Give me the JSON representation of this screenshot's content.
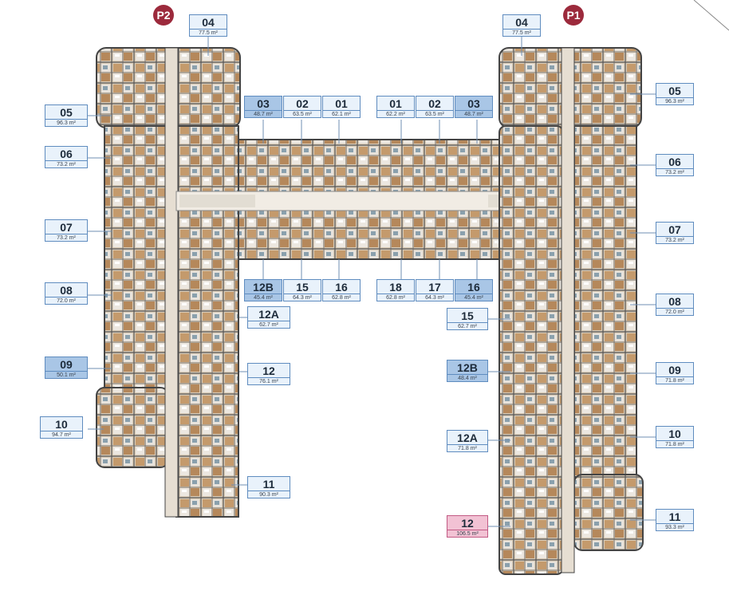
{
  "towers": [
    "P2",
    "P1"
  ],
  "units": [
    {
      "num": "04",
      "area": "77.5 m²",
      "hl": false
    },
    {
      "num": "05",
      "area": "96.3 m²",
      "hl": false
    },
    {
      "num": "06",
      "area": "73.2 m²",
      "hl": false
    },
    {
      "num": "07",
      "area": "73.2 m²",
      "hl": false
    },
    {
      "num": "08",
      "area": "72.0 m²",
      "hl": false
    },
    {
      "num": "09",
      "area": "50.1 m²",
      "hl": true
    },
    {
      "num": "10",
      "area": "94.7 m²",
      "hl": false
    },
    {
      "num": "03",
      "area": "48.7 m²",
      "hl": true
    },
    {
      "num": "02",
      "area": "63.5 m²",
      "hl": false
    },
    {
      "num": "01",
      "area": "62.1 m²",
      "hl": false
    },
    {
      "num": "12B",
      "area": "45.4 m²",
      "hl": true
    },
    {
      "num": "15",
      "area": "64.3 m²",
      "hl": false
    },
    {
      "num": "16",
      "area": "62.8 m²",
      "hl": false
    },
    {
      "num": "12A",
      "area": "62.7 m²",
      "hl": false
    },
    {
      "num": "12",
      "area": "76.1 m²",
      "hl": false
    },
    {
      "num": "11",
      "area": "90.3 m²",
      "hl": false
    },
    {
      "num": "01",
      "area": "62.2 m²",
      "hl": false
    },
    {
      "num": "02",
      "area": "63.5 m²",
      "hl": false
    },
    {
      "num": "03",
      "area": "48.7 m²",
      "hl": true
    },
    {
      "num": "18",
      "area": "62.8 m²",
      "hl": false
    },
    {
      "num": "17",
      "area": "64.3 m²",
      "hl": false
    },
    {
      "num": "16",
      "area": "45.4 m²",
      "hl": true
    },
    {
      "num": "15",
      "area": "62.7 m²",
      "hl": false
    },
    {
      "num": "12B",
      "area": "48.4 m²",
      "hl": true
    },
    {
      "num": "12A",
      "area": "71.8 m²",
      "hl": false
    },
    {
      "num": "12",
      "area": "106.5 m²",
      "hl": "pink"
    },
    {
      "num": "04",
      "area": "77.5 m²",
      "hl": false
    },
    {
      "num": "05",
      "area": "96.3 m²",
      "hl": false
    },
    {
      "num": "06",
      "area": "73.2 m²",
      "hl": false
    },
    {
      "num": "07",
      "area": "73.2 m²",
      "hl": false
    },
    {
      "num": "08",
      "area": "72.0 m²",
      "hl": false
    },
    {
      "num": "09",
      "area": "71.8 m²",
      "hl": false
    },
    {
      "num": "10",
      "area": "71.8 m²",
      "hl": false
    },
    {
      "num": "11",
      "area": "93.3 m²",
      "hl": false
    }
  ]
}
